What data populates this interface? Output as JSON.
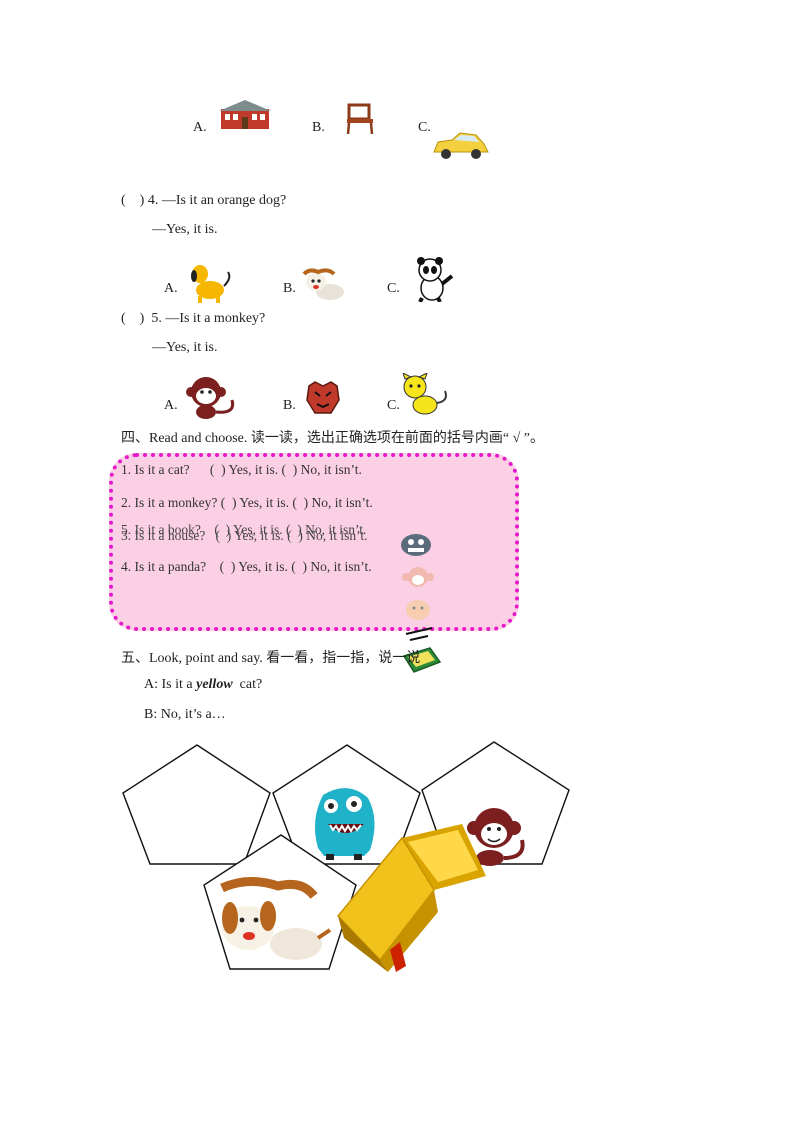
{
  "q3": {
    "options": [
      {
        "letter": "A.",
        "icon": "house-icon"
      },
      {
        "letter": "B.",
        "icon": "chair-icon"
      },
      {
        "letter": "C.",
        "icon": "car-icon"
      }
    ]
  },
  "q4": {
    "bracket": "(    ) 4. —Is it an orange dog?",
    "answer": "—Yes, it is.",
    "options": [
      {
        "letter": "A.",
        "icon": "yellow-dog-icon"
      },
      {
        "letter": "B.",
        "icon": "puppy-icon"
      },
      {
        "letter": "C.",
        "icon": "panda-icon"
      }
    ]
  },
  "q5": {
    "bracket": "(    )  5. —Is it a monkey?",
    "answer": "—Yes, it is.",
    "options": [
      {
        "letter": "A.",
        "icon": "monkey-icon"
      },
      {
        "letter": "B.",
        "icon": "tiger-icon"
      },
      {
        "letter": "C.",
        "icon": "cat-icon"
      }
    ]
  },
  "section4": {
    "heading": "四、Read and choose. 读一读，选出正确选项在前面的括号内画“ √ ”。",
    "items": [
      "1. Is it a cat?      (  ) Yes, it is. (  ) No, it isn’t.",
      "2. Is it a monkey? (  ) Yes, it is. (  ) No, it isn’t.",
      "5. Is it a book?    (  ) Yes, it is. (  ) No, it isn’t.",
      "3. Is it a house?   (  ) Yes, it is. (  ) No, it isn’t.",
      "4. Is it a panda?    (  ) Yes, it is. (  ) No, it isn’t."
    ]
  },
  "section5": {
    "heading": "五、Look, point and say. 看一看，指一指，说一说",
    "line_a_prefix": "A: Is it a ",
    "line_a_keyword": "yellow",
    "line_a_suffix": "  cat?",
    "line_b": "B: No, it’s a…"
  },
  "colors": {
    "box_fill": "#fbcfe4",
    "box_border": "#e619c8"
  }
}
